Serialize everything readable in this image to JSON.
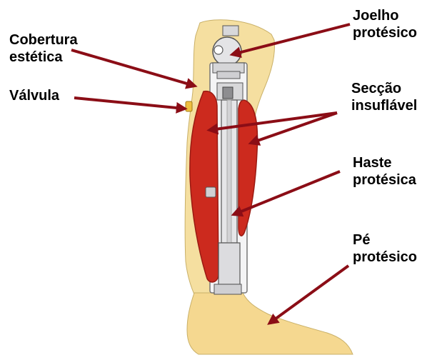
{
  "colors": {
    "cover": "#f5dfa0",
    "inflatable": "#cc2a1e",
    "inflatable_edge": "#9a1a12",
    "pylon": "#e9e9ea",
    "arrow": "#8b0d16",
    "foot": "#f5d890"
  },
  "labels": {
    "cobertura": {
      "line1": "Cobertura",
      "line2": "estética"
    },
    "valvula": {
      "line1": "Válvula"
    },
    "joelho": {
      "line1": "Joelho",
      "line2": "protésico"
    },
    "seccao": {
      "line1": "Secção",
      "line2": "insuflável"
    },
    "haste": {
      "line1": "Haste",
      "line2": "protésica"
    },
    "pe": {
      "line1": "Pé",
      "line2": "protésico"
    }
  }
}
